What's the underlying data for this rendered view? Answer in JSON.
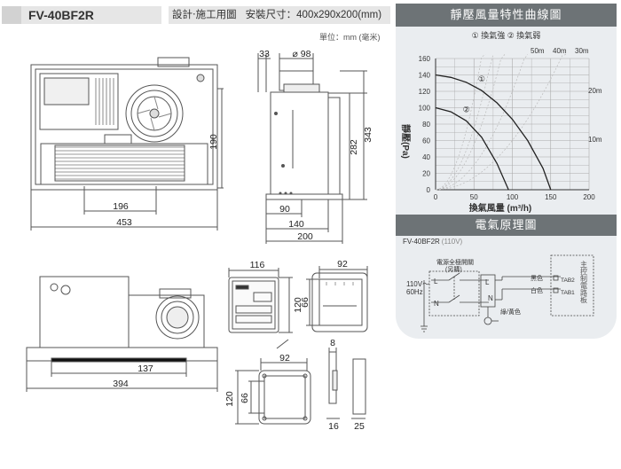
{
  "header": {
    "model": "FV-40BF2R",
    "title": "設計‧施工用圖",
    "size_label": "安裝尺寸：400x290x200(mm)"
  },
  "unit_note": "單位：mm (毫米)",
  "dimensions": {
    "top_view": {
      "height": "190",
      "inner_width": "196",
      "width": "453"
    },
    "side_view": {
      "d33": "33",
      "diameter": "⌀ 98",
      "h282": "282",
      "h343": "343",
      "w90": "90",
      "w140": "140",
      "w200": "200"
    },
    "front_view": {
      "w137": "137",
      "w394": "394"
    },
    "control_panel": {
      "w116": "116",
      "h120": "120",
      "w92": "92",
      "h66": "66"
    },
    "wall_mount": {
      "w92": "92",
      "h120": "120",
      "h66": "66",
      "w8": "8",
      "w16": "16",
      "w25": "25"
    }
  },
  "chart_panel": {
    "title": "靜壓風量特性曲線圖",
    "legend": "① 換氣強  ② 換氣弱",
    "pipe_labels": [
      "50m",
      "40m",
      "30m",
      "20m",
      "10m"
    ],
    "ylabel": "靜壓(Pa)",
    "xlabel": "換氣風量 (m³/h)"
  },
  "chart_data": {
    "type": "line",
    "xlabel": "換氣風量 (m³/h)",
    "ylabel": "靜壓(Pa)",
    "xlim": [
      0,
      200
    ],
    "ylim": [
      0,
      160
    ],
    "xticks": [
      "0",
      "50",
      "100",
      "150",
      "200"
    ],
    "yticks": [
      "0",
      "20",
      "40",
      "60",
      "80",
      "100",
      "120",
      "140",
      "160"
    ],
    "series": [
      {
        "name": "①",
        "x": [
          0,
          20,
          40,
          60,
          80,
          100,
          120,
          140,
          150
        ],
        "y": [
          140,
          137,
          131,
          121,
          106,
          86,
          60,
          26,
          0
        ]
      },
      {
        "name": "②",
        "x": [
          0,
          20,
          40,
          60,
          80,
          95
        ],
        "y": [
          100,
          95,
          84,
          64,
          32,
          0
        ]
      }
    ],
    "grid": true
  },
  "wiring": {
    "title": "電氣原理圖",
    "model_label": "FV-40BF2R",
    "model_suffix": "(110V)",
    "switch_label": "電源全極開關",
    "switch_sub": "(另購)",
    "voltage": "110V～",
    "freq": "60Hz",
    "L": "L",
    "N": "N",
    "black": "黑色",
    "white": "白色",
    "ground": "綠/黃色",
    "tab2": "TAB2",
    "tab1": "TAB1",
    "board": "主控制電路板"
  },
  "colors": {
    "panel_bg": "#eaedf0",
    "title_bg": "#6d7376",
    "line": "#444444"
  }
}
